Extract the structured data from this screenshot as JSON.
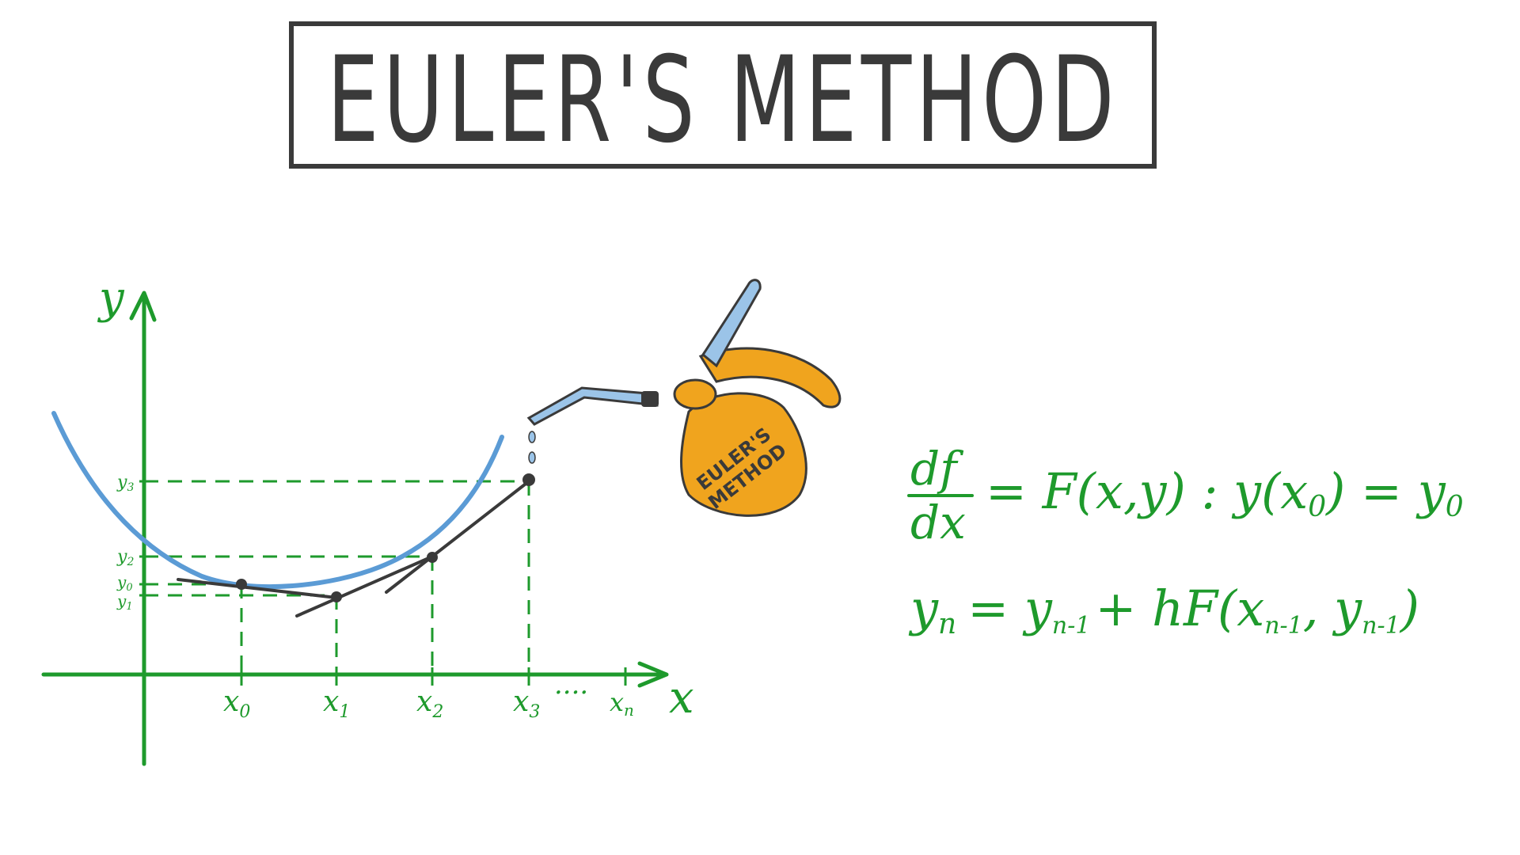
{
  "title": "EULER'S METHOD",
  "graph": {
    "y_axis_label": "y",
    "x_axis_label": "x",
    "x_ticks": [
      "x0",
      "x1",
      "x2",
      "x3",
      "xn"
    ],
    "x_tick_main": [
      "x",
      "x",
      "x",
      "x",
      "x"
    ],
    "x_tick_sub": [
      "0",
      "1",
      "2",
      "3",
      "n"
    ],
    "x_ellipsis": "····",
    "y_ticks_main": [
      "y",
      "y",
      "y",
      "y"
    ],
    "y_ticks_sub": [
      "3",
      "2",
      "0",
      "1"
    ],
    "curve_color": "#5b9bd5",
    "axis_color": "#1e9a2c",
    "approx_color": "#3a3a3a"
  },
  "oil_can": {
    "label_line1": "EULER'S",
    "label_line2": "METHOD",
    "body_color": "#f0a41e",
    "spout_color": "#9bc4e8"
  },
  "equations": {
    "ode_num": "df",
    "ode_den": "dx",
    "ode_rhs_a": "= F(x,y) : y(x",
    "ode_rhs_sub": "0",
    "ode_rhs_b": ") = y",
    "ode_rhs_sub2": "0",
    "step_lhs": "y",
    "step_lhs_sub": "n",
    "step_eq": "= y",
    "step_sub1": "n-1",
    "step_plus": "+ hF(x",
    "step_sub2": "n-1",
    "step_comma": ", y",
    "step_sub3": "n-1",
    "step_close": ")"
  }
}
